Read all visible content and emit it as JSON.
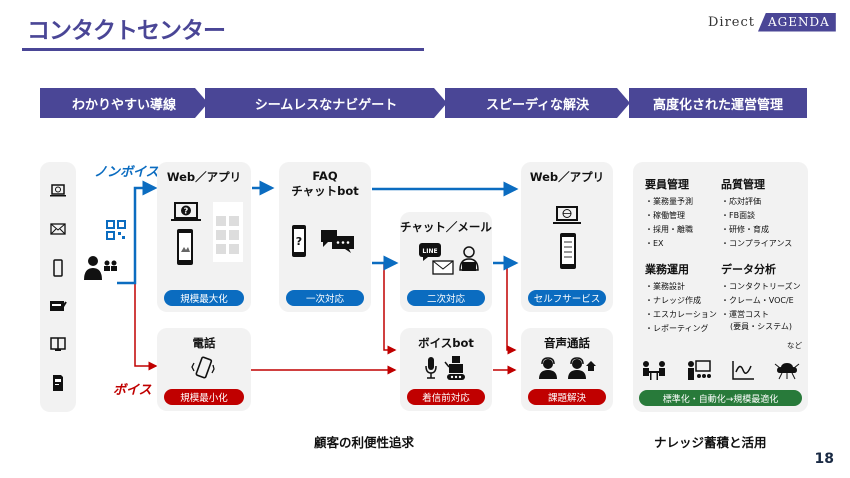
{
  "header": {
    "title": "コンタクトセンター",
    "logo_left": "Direct",
    "logo_right": "AGENDA"
  },
  "colors": {
    "brand_purple": "#4a4696",
    "nonvoice_blue": "#0b6cc0",
    "voice_red": "#c00000",
    "mgmt_green": "#287a3a",
    "panel_gray": "#f2f2f2"
  },
  "stages": [
    {
      "label": "わかりやすい導線"
    },
    {
      "label": "シームレスなナビゲート"
    },
    {
      "label": "スピーディな解決"
    },
    {
      "label": "高度化された運営管理"
    }
  ],
  "channels": {
    "icons": [
      "laptop-globe-icon",
      "envelope-icon",
      "smartphone-icon",
      "form-card-icon",
      "booklet-icon",
      "direct-mail-icon"
    ],
    "qr_icon": "qr-code-icon",
    "customer_icon": "customers-icon",
    "nonvoice_label": "ノンボイス",
    "voice_label": "ボイス"
  },
  "boxes": {
    "web_app_entry": {
      "title": "Web／アプリ",
      "pill": "規模最大化",
      "icons": [
        "help-laptop-icon",
        "smartphone-app-icon",
        "app-screen-icon"
      ]
    },
    "faq": {
      "title_line1": "FAQ",
      "title_line2": "チャットbot",
      "pill": "一次対応",
      "icons": [
        "phone-question-icon",
        "chat-bubbles-icon"
      ]
    },
    "chat_mail": {
      "title": "チャット／メール",
      "pill": "二次対応",
      "icons": [
        "line-icon",
        "envelope-icon",
        "operator-laptop-icon"
      ]
    },
    "web_app_self": {
      "title": "Web／アプリ",
      "pill": "セルフサービス",
      "icons": [
        "laptop-globe-icon",
        "smartphone-list-icon"
      ]
    },
    "phone": {
      "title": "電話",
      "pill": "規模最小化",
      "icons": [
        "vibrating-phone-icon"
      ]
    },
    "voicebot": {
      "title": "ボイスbot",
      "pill": "着信前対応",
      "icons": [
        "microphone-icon",
        "robot-icon"
      ]
    },
    "voice_call": {
      "title": "音声通話",
      "pill": "課題解決",
      "icons": [
        "headset-operator-icon",
        "home-operator-icon"
      ]
    }
  },
  "management": {
    "groups": [
      {
        "heading": "要員管理",
        "items": [
          "業務量予測",
          "稼働管理",
          "採用・離職",
          "EX"
        ]
      },
      {
        "heading": "品質管理",
        "items": [
          "応対評価",
          "FB面談",
          "研修・育成",
          "コンプライアンス"
        ]
      },
      {
        "heading": "業務運用",
        "items": [
          "業務設計",
          "ナレッジ作成",
          "エスカレーション",
          "レポーティング"
        ]
      },
      {
        "heading": "データ分析",
        "items": [
          "コンタクトリーズン",
          "クレーム・VOC/E",
          "運営コスト",
          "(要員・システム)"
        ]
      }
    ],
    "etc": "など",
    "icons": [
      "meeting-icon",
      "training-icon",
      "analytics-chart-icon",
      "cloud-network-icon"
    ],
    "pill": "標準化・自動化→規模最適化"
  },
  "footer": {
    "left": "顧客の利便性追求",
    "right": "ナレッジ蓄積と活用",
    "page_number": "18"
  }
}
